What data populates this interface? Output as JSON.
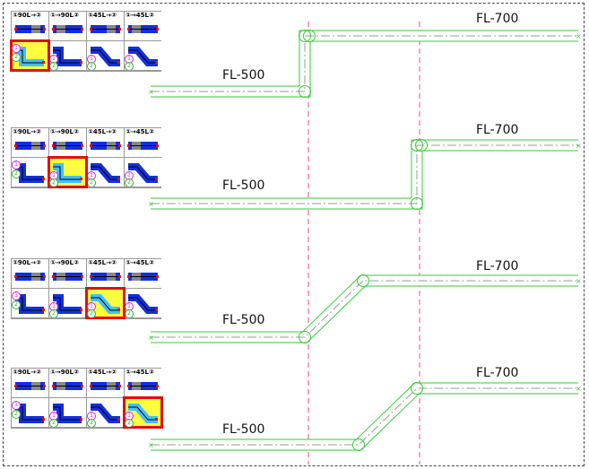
{
  "panels": [
    {
      "type": "90L-first",
      "selected": 0,
      "from_label": "FL-500",
      "to_label": "FL-700"
    },
    {
      "type": "90L-second",
      "selected": 1,
      "from_label": "FL-500",
      "to_label": "FL-700"
    },
    {
      "type": "45L-first",
      "selected": 2,
      "from_label": "FL-500",
      "to_label": "FL-700"
    },
    {
      "type": "45L-second",
      "selected": 3,
      "from_label": "FL-500",
      "to_label": "FL-700"
    }
  ],
  "icon_labels": [
    "①90L→②",
    "①→90L②",
    "①45L→②",
    "①→45L②"
  ],
  "colors": {
    "pipe": "#33cc33",
    "center": "#999999",
    "guide": "#ff4488",
    "select": "#e01010",
    "highlight": "#ffff40",
    "pipe_icon": "#1030e0"
  }
}
